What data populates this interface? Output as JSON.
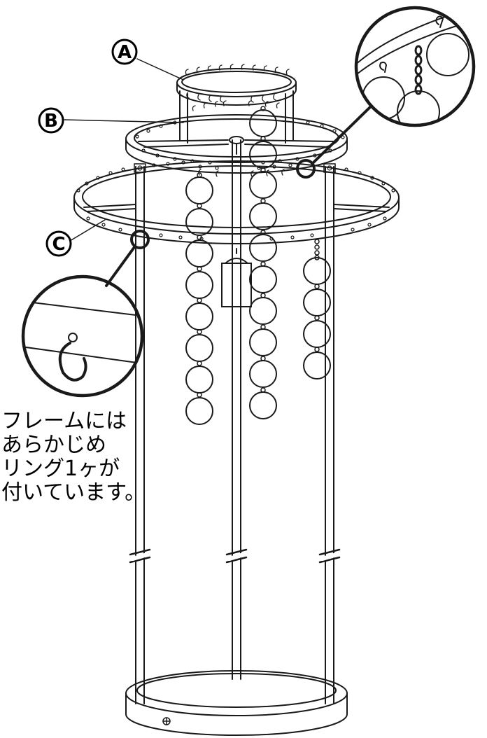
{
  "labels": {
    "a": "A",
    "b": "B",
    "c": "C"
  },
  "note": {
    "lines": [
      "フレームには",
      "あらかじめ",
      "リング1ヶが",
      "付いています。"
    ]
  },
  "colors": {
    "line": "#1a1a1a",
    "background": "#ffffff"
  }
}
